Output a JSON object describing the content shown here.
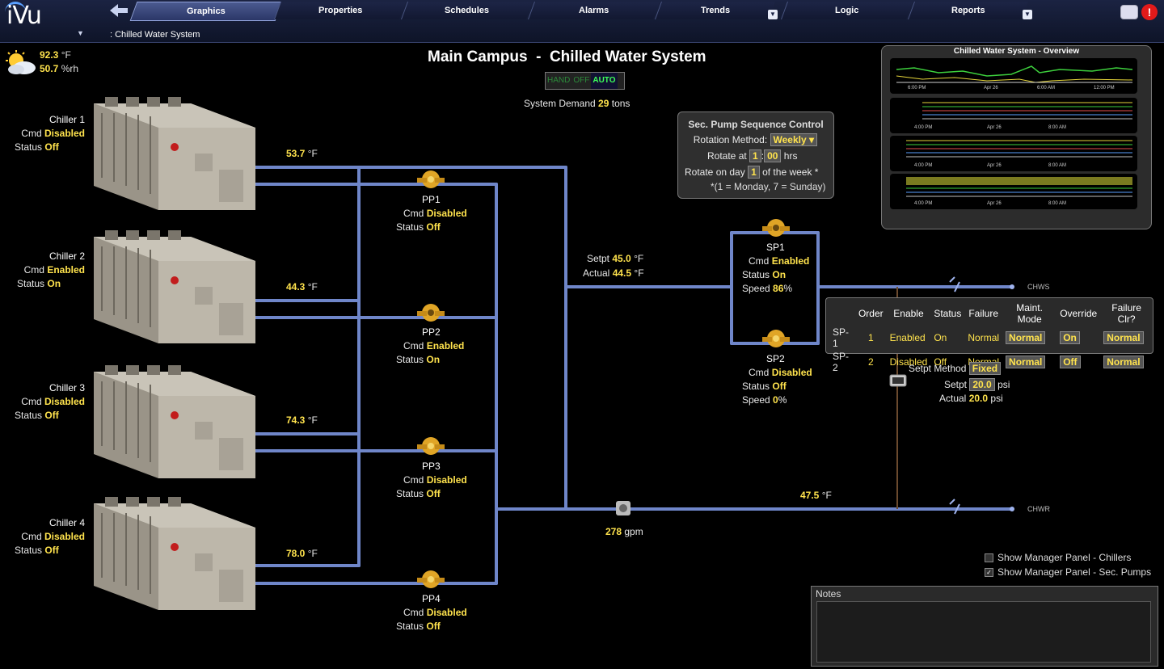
{
  "app": {
    "logo": "iVu",
    "breadcrumb": ": Chilled Water System"
  },
  "tabs": [
    {
      "label": "Graphics",
      "active": true
    },
    {
      "label": "Properties"
    },
    {
      "label": "Schedules"
    },
    {
      "label": "Alarms"
    },
    {
      "label": "Trends"
    },
    {
      "label": "Logic"
    },
    {
      "label": "Reports"
    }
  ],
  "weather": {
    "temp": "92.3",
    "temp_unit": "°F",
    "humidity": "50.7",
    "humidity_unit": "%rh"
  },
  "title": "Main Campus  -  Chilled Water System",
  "hoa": {
    "hand": "HAND",
    "off": "OFF",
    "auto": "AUTO"
  },
  "system_demand": {
    "label": "System Demand",
    "value": "29",
    "unit": "tons"
  },
  "chillers": [
    {
      "name": "Chiller 1",
      "cmd_label": "Cmd",
      "cmd": "Disabled",
      "status_label": "Status",
      "status": "Off",
      "temp": "53.7",
      "unit": "°F"
    },
    {
      "name": "Chiller 2",
      "cmd_label": "Cmd",
      "cmd": "Enabled",
      "status_label": "Status",
      "status": "On",
      "temp": "44.3",
      "unit": "°F"
    },
    {
      "name": "Chiller 3",
      "cmd_label": "Cmd",
      "cmd": "Disabled",
      "status_label": "Status",
      "status": "Off",
      "temp": "74.3",
      "unit": "°F"
    },
    {
      "name": "Chiller 4",
      "cmd_label": "Cmd",
      "cmd": "Disabled",
      "status_label": "Status",
      "status": "Off",
      "temp": "78.0",
      "unit": "°F"
    }
  ],
  "primary_pumps": [
    {
      "name": "PP1",
      "cmd_label": "Cmd",
      "cmd": "Disabled",
      "status_label": "Status",
      "status": "Off"
    },
    {
      "name": "PP2",
      "cmd_label": "Cmd",
      "cmd": "Enabled",
      "status_label": "Status",
      "status": "On"
    },
    {
      "name": "PP3",
      "cmd_label": "Cmd",
      "cmd": "Disabled",
      "status_label": "Status",
      "status": "Off"
    },
    {
      "name": "PP4",
      "cmd_label": "Cmd",
      "cmd": "Disabled",
      "status_label": "Status",
      "status": "Off"
    }
  ],
  "supply": {
    "setpt_label": "Setpt",
    "setpt": "45.0",
    "actual_label": "Actual",
    "actual": "44.5",
    "unit": "°F"
  },
  "return_temp": {
    "value": "47.5",
    "unit": "°F"
  },
  "flow": {
    "value": "278",
    "unit": "gpm"
  },
  "secondary_pumps": [
    {
      "name": "SP1",
      "cmd_label": "Cmd",
      "cmd": "Enabled",
      "status_label": "Status",
      "status": "On",
      "speed_label": "Speed",
      "speed": "86",
      "speed_unit": "%"
    },
    {
      "name": "SP2",
      "cmd_label": "Cmd",
      "cmd": "Disabled",
      "status_label": "Status",
      "status": "Off",
      "speed_label": "Speed",
      "speed": "0",
      "speed_unit": "%"
    }
  ],
  "chws_label": "CHWS",
  "chwr_label": "CHWR",
  "sequence_control": {
    "title": "Sec. Pump Sequence Control",
    "rotation_label": "Rotation Method:",
    "rotation_value": "Weekly",
    "rotate_at_label": "Rotate at",
    "hour": "1",
    "minute": "00",
    "hrs": "hrs",
    "rotate_day_label": "Rotate on day",
    "day": "1",
    "day_suffix": "of the week *",
    "note": "*(1 = Monday, 7 = Sunday)"
  },
  "pump_table": {
    "headers": [
      "Order",
      "Enable",
      "Status",
      "Failure",
      "Maint. Mode",
      "Override",
      "Failure Clr?"
    ],
    "rows": [
      {
        "id": "SP-1",
        "order": "1",
        "enable": "Enabled",
        "status": "On",
        "failure": "Normal",
        "maint": "Normal",
        "override": "On",
        "clr": "Normal"
      },
      {
        "id": "SP-2",
        "order": "2",
        "enable": "Disabled",
        "status": "Off",
        "failure": "Normal",
        "maint": "Normal",
        "override": "Off",
        "clr": "Normal"
      }
    ]
  },
  "pressure": {
    "method_label": "Setpt Method",
    "method": "Fixed",
    "setpt_label": "Setpt",
    "setpt": "20.0",
    "actual_label": "Actual",
    "actual": "20.0",
    "unit": "psi"
  },
  "overview": {
    "title": "Chilled Water System - Overview",
    "trends": [
      {
        "ticks": [
          "6:00 PM",
          "Apr 26",
          "6:00 AM",
          "12:00 PM"
        ]
      },
      {
        "ticks": [
          "4:00 PM",
          "Apr 26",
          "8:00 AM"
        ]
      },
      {
        "ticks": [
          "4:00 PM",
          "Apr 26",
          "8:00 AM"
        ]
      },
      {
        "ticks": [
          "4:00 PM",
          "Apr 26",
          "8:00 AM"
        ]
      }
    ]
  },
  "checkboxes": [
    {
      "label": "Show Manager Panel - Chillers",
      "checked": false
    },
    {
      "label": "Show Manager Panel - Sec. Pumps",
      "checked": true
    }
  ],
  "notes": {
    "label": "Notes"
  },
  "colors": {
    "value": "#ffe34d",
    "pipe": "#6f86c9",
    "panel": "#2f2f2f"
  }
}
